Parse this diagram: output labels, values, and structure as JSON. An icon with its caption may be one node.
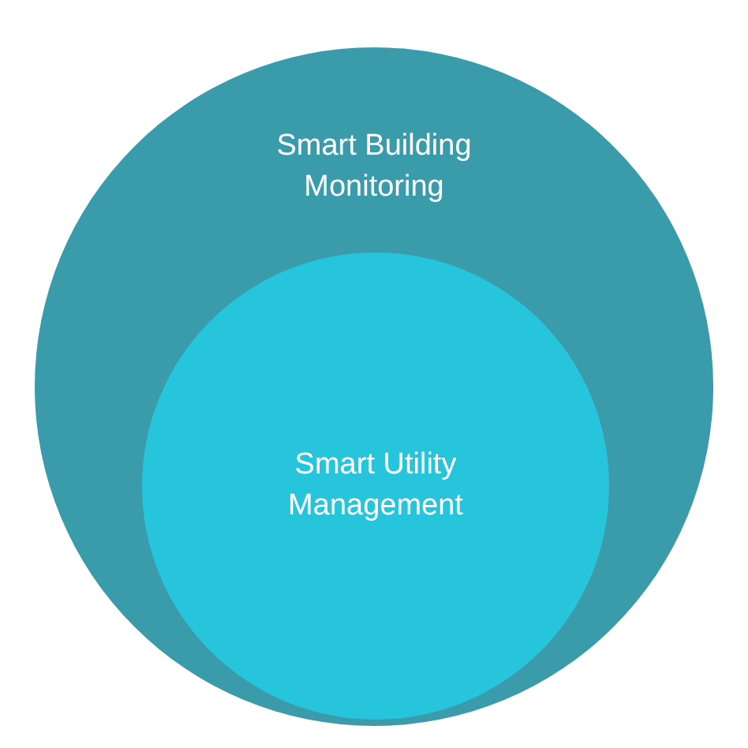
{
  "diagram": {
    "nodes": [
      {
        "text": [
          "Smart Building Monitoring"
        ]
      },
      {
        "text": [
          "Smart Utility Management"
        ],
        "in": 0
      }
    ]
  }
}
